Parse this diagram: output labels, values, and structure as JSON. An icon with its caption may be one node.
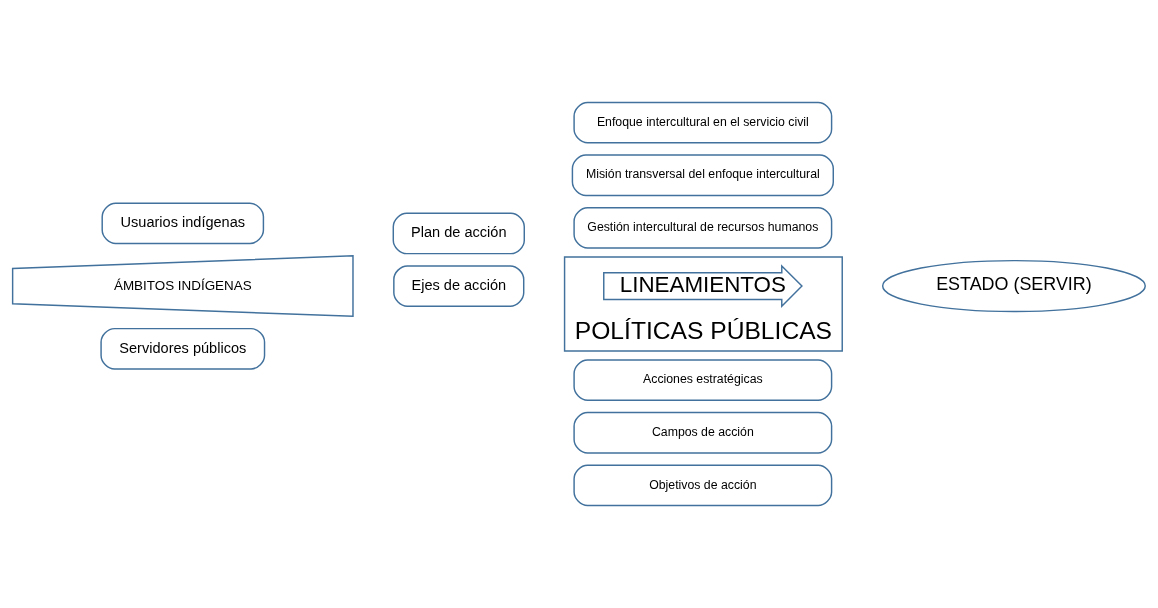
{
  "diagram": {
    "nodes": [
      {
        "text": [
          "Acciones estratégicas"
        ]
      },
      {
        "text": [
          "Campos de acción"
        ]
      },
      {
        "text": [
          "Plan de acción"
        ]
      },
      {
        "text": [
          "Objetivos de acción"
        ]
      },
      {
        "text": [
          "Usuarios indígenas"
        ]
      },
      {
        "text": [
          "ÁMBITOS INDÍGENAS"
        ]
      },
      {
        "text": [
          "POLÍTICAS PÚBLICAS"
        ]
      },
      {
        "text": [
          "LINEAMIENTOS"
        ],
        "in": 6
      },
      {
        "text": [
          "ESTADO (SERVIR)"
        ]
      },
      {
        "text": [
          "Servidores públicos"
        ]
      },
      {
        "text": [
          "Ejes de acción"
        ]
      },
      {
        "text": [
          "Enfoque intercultural en el servicio civil"
        ]
      },
      {
        "text": [
          "Misión transversal del enfoque intercultural"
        ]
      },
      {
        "text": [
          "Gestión intercultural de recursos humanos"
        ]
      }
    ]
  }
}
